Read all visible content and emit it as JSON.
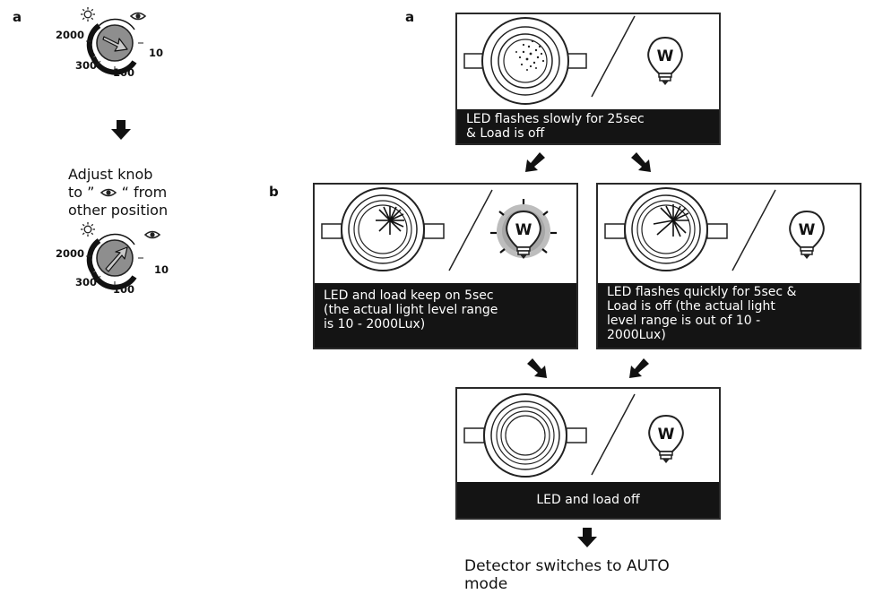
{
  "left": {
    "label": "a",
    "instruction_line1": "Adjust knob",
    "instruction_line2_pre": "to ”",
    "instruction_line2_post": "“ from",
    "instruction_line3": "other position",
    "knob_labels": {
      "top_left": "2000",
      "right": "10",
      "bottom_left": "300",
      "bottom": "100"
    }
  },
  "right": {
    "label_a": "a",
    "label_b": "b",
    "panel_top": {
      "caption_line1": "LED flashes slowly for 25sec",
      "caption_line2": "& Load is off",
      "bulb_letter": "W"
    },
    "panel_mid_left": {
      "caption_line1": "LED and load keep on 5sec",
      "caption_line2": "(the actual light level range",
      "caption_line3": "is 10 - 2000Lux)",
      "bulb_letter": "W"
    },
    "panel_mid_right": {
      "caption_line1": "LED flashes quickly for 5sec &",
      "caption_line2": "Load is off (the actual light",
      "caption_line3": "level range is out of 10 -",
      "caption_line4": "2000Lux)",
      "bulb_letter": "W"
    },
    "panel_bottom": {
      "caption": "LED and load off",
      "bulb_letter": "W"
    },
    "final_line1": "Detector switches to AUTO",
    "final_line2": "mode"
  }
}
